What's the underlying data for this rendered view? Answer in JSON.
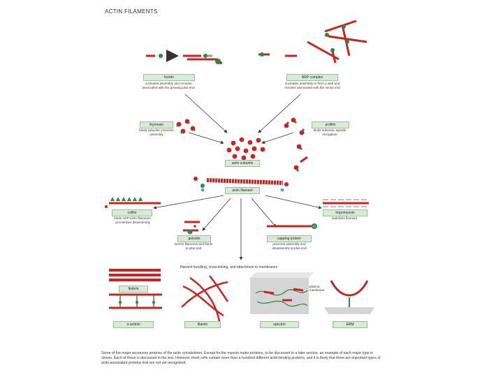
{
  "title": "ACTIN FILAMENTS",
  "labels": {
    "formin": "formin",
    "arp": "ARP complex",
    "thymosin": "thymosin",
    "profilin": "profilin",
    "actin_subunits": "actin subunits",
    "actin_filament": "actin filament",
    "cofilin": "cofilin",
    "tropomyosin": "tropomyosin",
    "gelsolin": "gelsolin",
    "capping": "capping protein",
    "fimbrin": "fimbrin",
    "actinin": "α-actinin",
    "filamin": "filamin",
    "spectrin": "spectrin",
    "erm": "ERM"
  },
  "descriptions": {
    "formin": "nucleates assembly and remains associated with the growing plus end",
    "arp": "nucleates assembly to form a web and remains associated with the minus end",
    "thymosin": "binds subunits, prevents assembly",
    "profilin": "binds subunits, speeds elongation",
    "cofilin": "binds ADP-actin filaments, accelerates disassembly",
    "tropomyosin": "stabilizes filament",
    "gelsolin": "severs filaments and binds to plus end",
    "capping": "prevents assembly and disassembly at plus end"
  },
  "bundling": "filament bundling, cross-linking, and attachment to membranes",
  "plasma_membrane": "plasma membrane",
  "caption": "Some of the major accessory proteins of the actin cytoskeleton. Except for the myosin motor proteins, to be discussed in a later section, an example of each major type is shown. Each of these is discussed in the text. However, most cells contain more than a hundred different actin-binding proteins, and it is likely that there are important types of actin-associated proteins that are not yet recognized.",
  "colors": {
    "actin": "#cc2222",
    "accessory": "#2a8a3a",
    "label_bg": "#d9ead9",
    "arrow": "#333333"
  }
}
